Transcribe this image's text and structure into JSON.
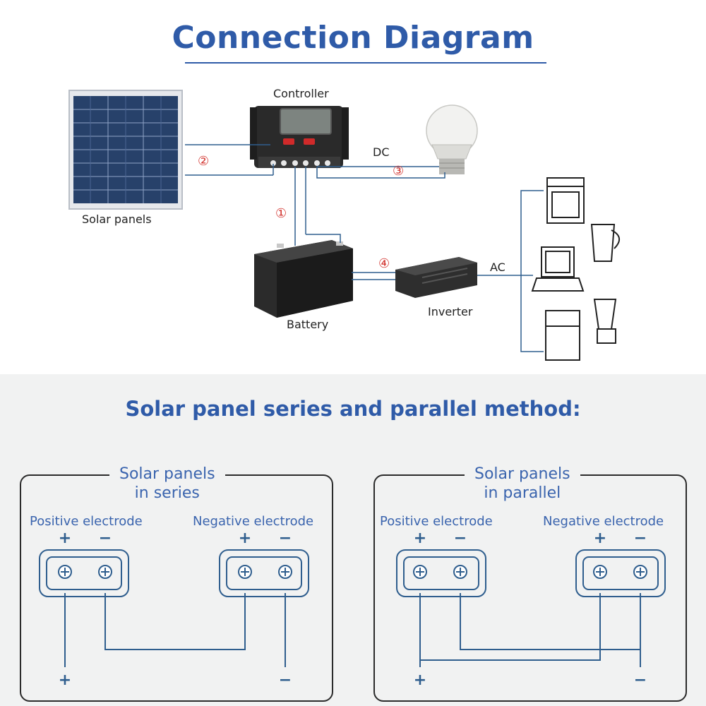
{
  "header": {
    "title": "Connection Diagram"
  },
  "connection": {
    "controller_label": "Controller",
    "solar_label": "Solar panels",
    "battery_label": "Battery",
    "inverter_label": "Inverter",
    "dc_label": "DC",
    "ac_label": "AC",
    "step1": "①",
    "step2": "②",
    "step3": "③",
    "step4": "④"
  },
  "method": {
    "title": "Solar panel series and parallel method:",
    "series": {
      "title_line1": "Solar panels",
      "title_line2": "in series",
      "positive": "Positive electrode",
      "negative": "Negative electrode",
      "plus": "+",
      "minus": "−"
    },
    "parallel": {
      "title_line1": "Solar panels",
      "title_line2": "in parallel",
      "positive": "Positive electrode",
      "negative": "Negative electrode",
      "plus": "+",
      "minus": "−"
    }
  },
  "colors": {
    "title_blue": "#2f5ba8",
    "wire_blue": "#2f5e8e",
    "step_red": "#d2322d"
  }
}
